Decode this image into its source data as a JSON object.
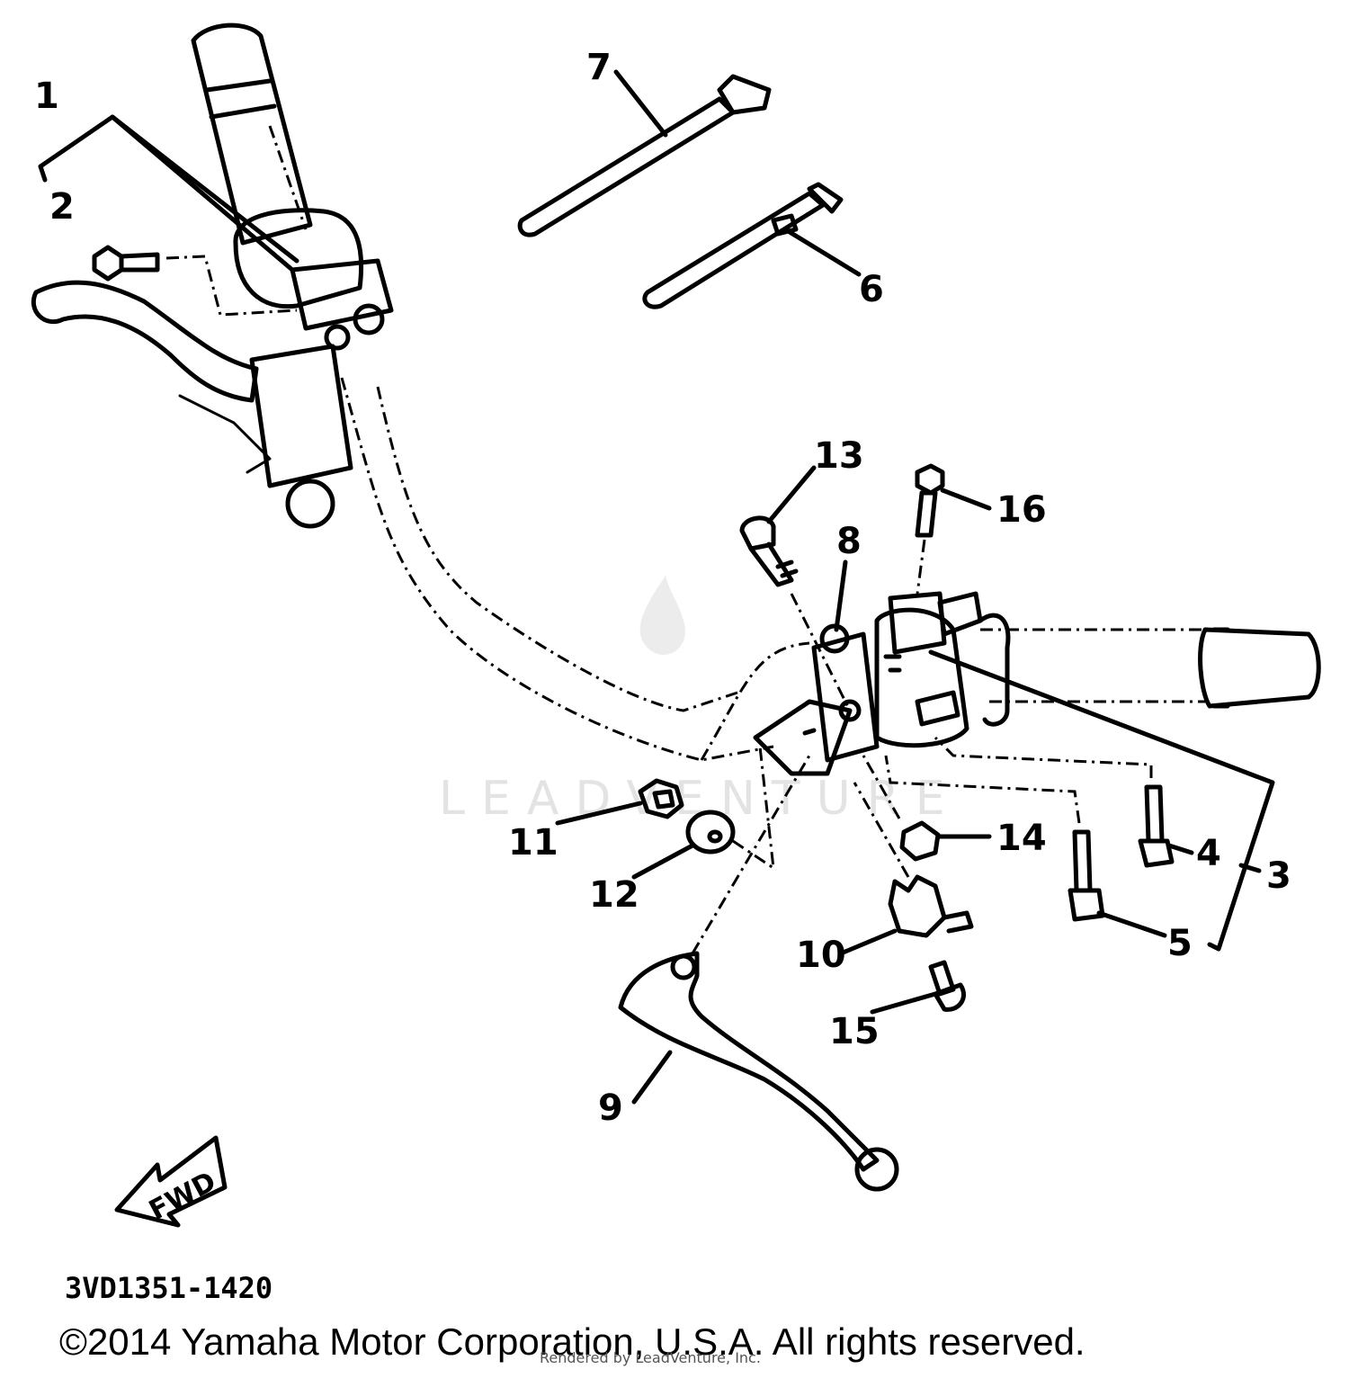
{
  "diagram": {
    "part_numbers": [
      "1",
      "2",
      "3",
      "4",
      "5",
      "6",
      "7",
      "8",
      "9",
      "10",
      "11",
      "12",
      "13",
      "14",
      "15",
      "16"
    ],
    "direction_label": "FWD",
    "diagram_code": "3VD1351-1420",
    "watermark": "LEADVENTURE"
  },
  "footer": {
    "copyright": "©2014 Yamaha Motor Corporation, U.S.A. All rights reserved.",
    "rendered_by": "Rendered by LeadVenture, Inc."
  }
}
